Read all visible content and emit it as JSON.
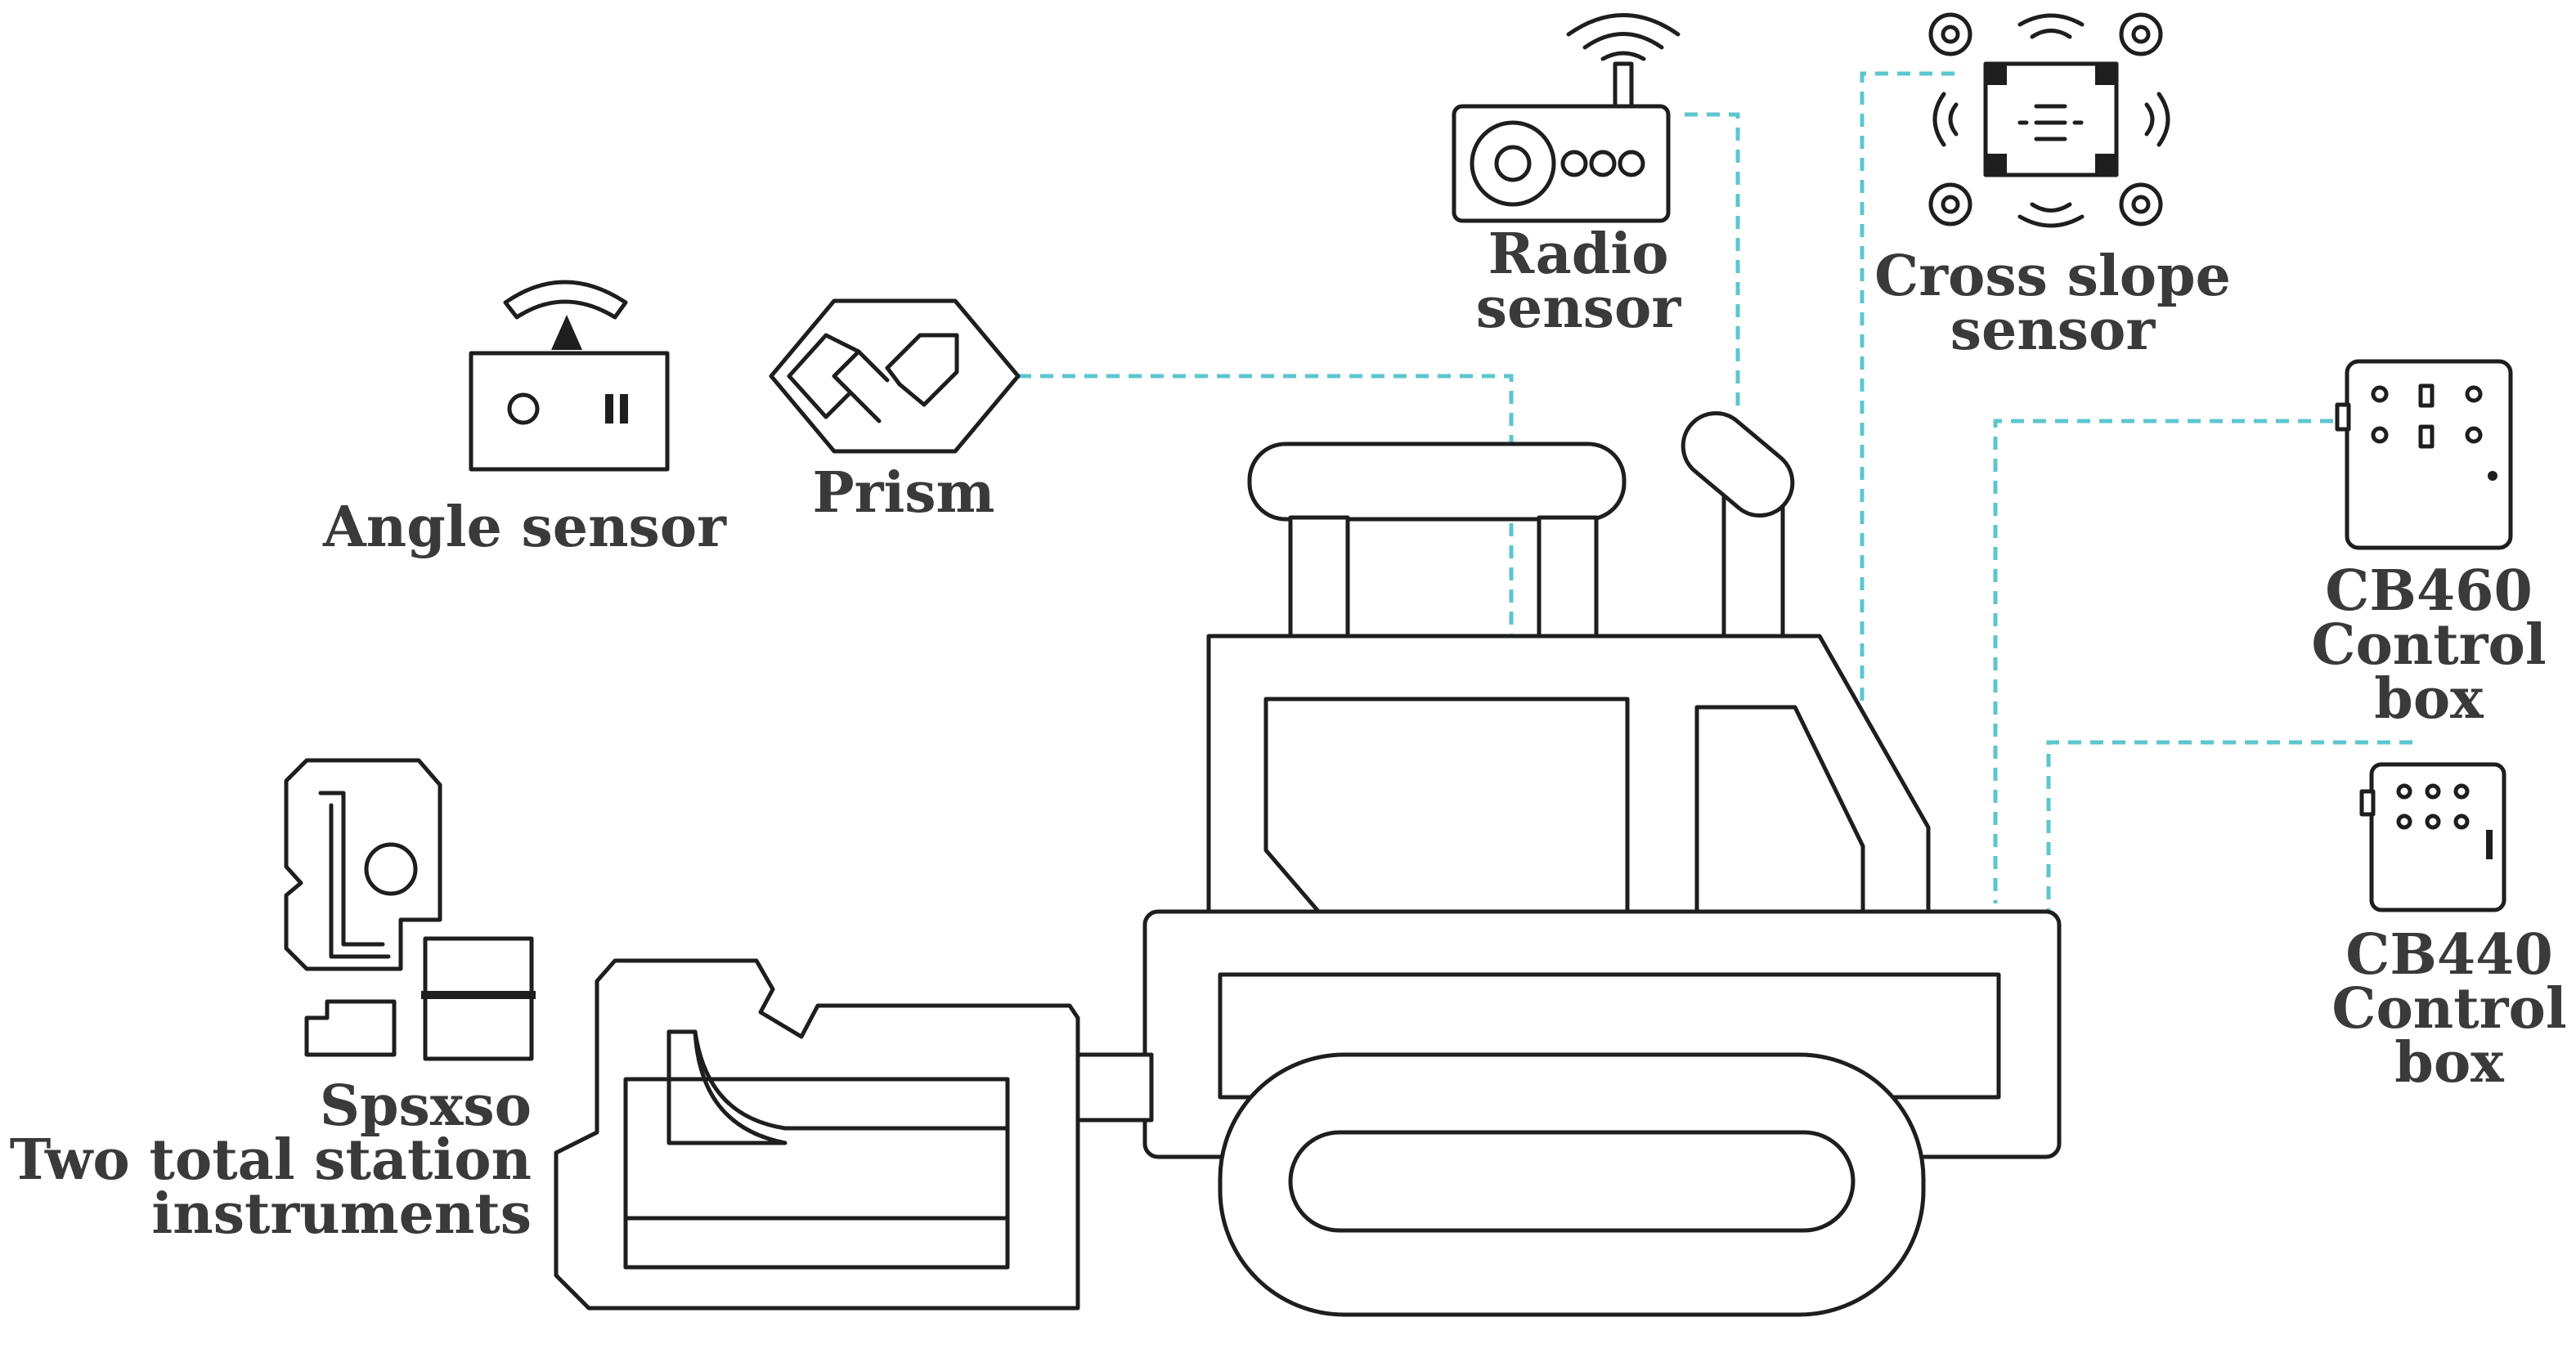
{
  "labels": {
    "angle_sensor": [
      "Angle sensor"
    ],
    "prism": [
      "Prism"
    ],
    "radio_sensor": [
      "Radio",
      "sensor"
    ],
    "cross_slope_sensor": [
      "Cross slope",
      "sensor"
    ],
    "cb460": [
      "CB460",
      "Control",
      "box"
    ],
    "cb440": [
      "CB440",
      "Control",
      "box"
    ],
    "total_station": [
      "Spsxso",
      "Two total station",
      "instruments"
    ]
  },
  "colors": {
    "outline": "#1e1e1e",
    "connector": "#5cc6cf",
    "label_text": "#3a3a3a"
  },
  "icons": {
    "angle_sensor": "angle-sensor-icon",
    "prism": "prism-icon",
    "radio_sensor": "radio-sensor-icon",
    "cross_slope_sensor": "cross-slope-sensor-icon",
    "cb460": "control-box-icon",
    "cb440": "control-box-icon",
    "total_station": "total-station-icon",
    "machine": "bulldozer-icon"
  }
}
